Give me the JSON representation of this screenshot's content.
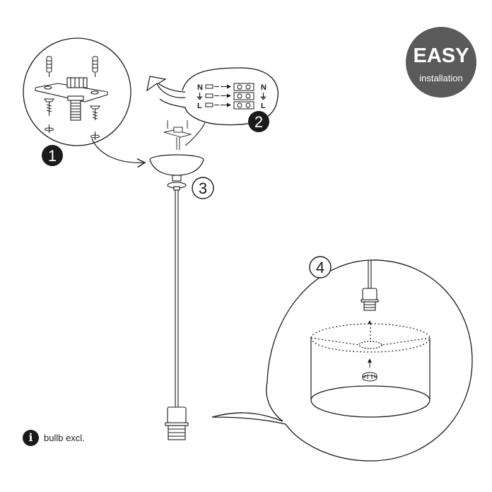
{
  "badge": {
    "title": "EASY",
    "subtitle": "installation",
    "color": "#5a5a5a",
    "text_color": "#ffffff"
  },
  "steps": [
    "1",
    "2",
    "3",
    "4"
  ],
  "wiring": {
    "rows": [
      {
        "left": "N",
        "right": "N"
      },
      {
        "left": "⏚",
        "right": "⏚"
      },
      {
        "left": "L",
        "right": "L"
      }
    ]
  },
  "note": {
    "icon": "i",
    "text": "bullb excl."
  },
  "colors": {
    "line": "#1a1a1a",
    "badge_dark": "#1a1a1a"
  }
}
